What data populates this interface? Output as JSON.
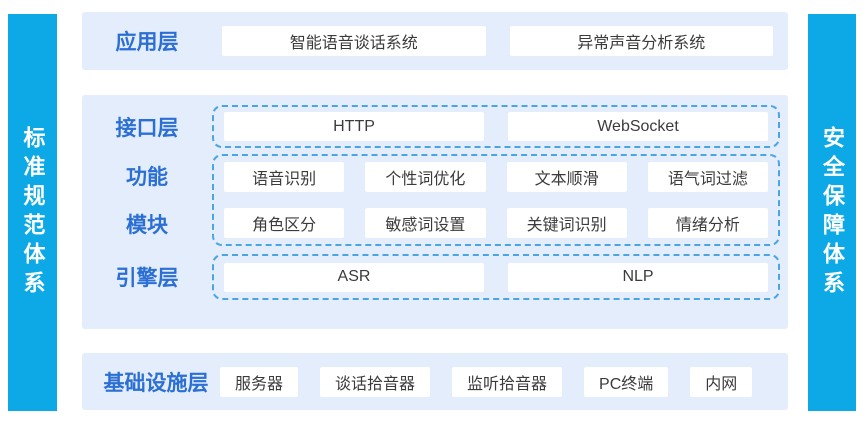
{
  "colors": {
    "side_bar_blue": "#0CA9E6",
    "panel_background": "#E4EDFB",
    "layer_label_blue": "#2B6FD4",
    "dashed_border_blue": "#4BA5E0",
    "box_text": "#3B3B3B",
    "box_background": "#FFFFFF"
  },
  "left_bar": {
    "label": "标准规范体系"
  },
  "right_bar": {
    "label": "安全保障体系"
  },
  "app_layer": {
    "label": "应用层",
    "items": [
      "智能语音谈话系统",
      "异常声音分析系统"
    ]
  },
  "middle": {
    "interface_layer": {
      "label": "接口层",
      "items": [
        "HTTP",
        "WebSocket"
      ]
    },
    "function_modules": {
      "label_line1": "功能",
      "label_line2": "模块",
      "rows": [
        [
          "语音识别",
          "个性词优化",
          "文本顺滑",
          "语气词过滤"
        ],
        [
          "角色区分",
          "敏感词设置",
          "关键词识别",
          "情绪分析"
        ]
      ]
    },
    "engine_layer": {
      "label": "引擎层",
      "items": [
        "ASR",
        "NLP"
      ]
    }
  },
  "infra_layer": {
    "label": "基础设施层",
    "items": [
      "服务器",
      "谈话拾音器",
      "监听拾音器",
      "PC终端",
      "内网"
    ]
  }
}
